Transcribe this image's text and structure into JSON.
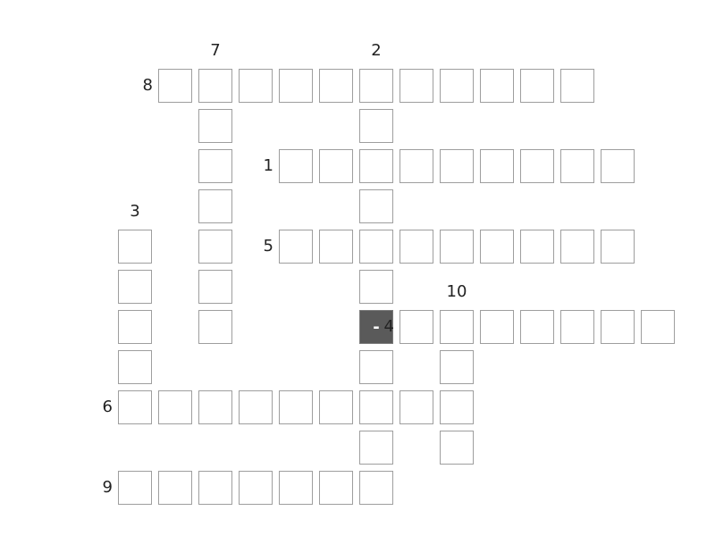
{
  "puzzle": {
    "grid_cols": 16,
    "grid_rows": 11,
    "words": [
      {
        "number": "8",
        "direction": "across",
        "row": 0,
        "col": 2,
        "length": 11
      },
      {
        "number": "1",
        "direction": "across",
        "row": 2,
        "col": 5,
        "length": 9
      },
      {
        "number": "5",
        "direction": "across",
        "row": 4,
        "col": 5,
        "length": 9
      },
      {
        "number": "4",
        "direction": "across",
        "row": 6,
        "col": 8,
        "length": 7
      },
      {
        "number": "6",
        "direction": "across",
        "row": 8,
        "col": 1,
        "length": 9
      },
      {
        "number": "9",
        "direction": "across",
        "row": 10,
        "col": 1,
        "length": 7
      },
      {
        "number": "7",
        "direction": "down",
        "row": 0,
        "col": 3,
        "length": 7
      },
      {
        "number": "2",
        "direction": "down",
        "row": 0,
        "col": 7,
        "length": 11
      },
      {
        "number": "3",
        "direction": "down",
        "row": 4,
        "col": 1,
        "length": 5
      },
      {
        "number": "10",
        "direction": "down",
        "row": 6,
        "col": 9,
        "length": 4
      }
    ],
    "prefilled": [
      {
        "row": 6,
        "col": 7,
        "value": "-"
      }
    ]
  },
  "colors": {
    "cell_border": "#9e9e9e",
    "cell_background": "#ffffff",
    "prefilled_background": "#5a5a5a",
    "number_text": "#222222"
  }
}
